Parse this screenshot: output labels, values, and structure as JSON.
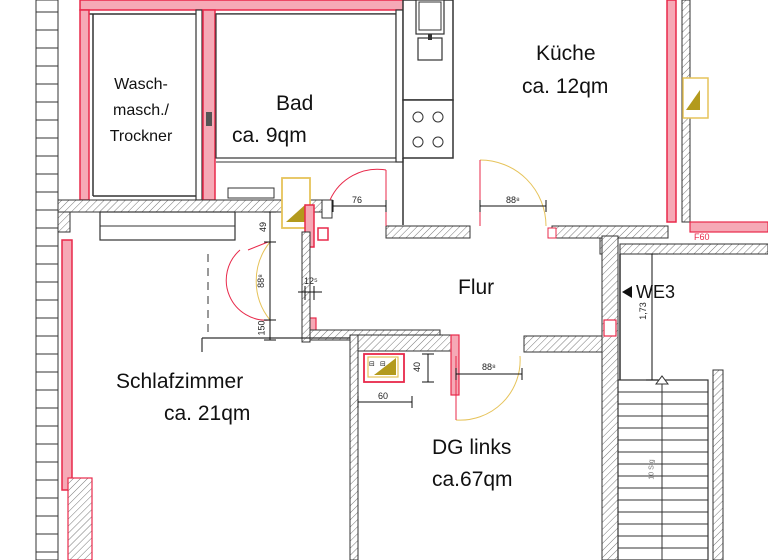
{
  "rooms": {
    "wasch_line1": "Wasch-",
    "wasch_line2": "masch./",
    "wasch_line3": "Trockner",
    "bad_name": "Bad",
    "bad_area": "ca. 9qm",
    "kueche_name": "Küche",
    "kueche_area": "ca. 12qm",
    "flur_name": "Flur",
    "schlaf_name": "Schlafzimmer",
    "schlaf_area": "ca. 21qm",
    "dg_name": "DG links",
    "dg_area": "ca.67qm",
    "we_label": "WE3"
  },
  "dimensions": {
    "d76": "76",
    "d88_top": "88⁸",
    "d88_bottom": "88⁸",
    "d49": "49",
    "d88_left": "88⁸",
    "d12": "12⁵",
    "d150": "150",
    "d60": "60",
    "d40": "40",
    "d173": "1,73",
    "f60": "F60",
    "stair_small": "10 Stg"
  },
  "colors": {
    "wall_red": "#e8294a",
    "wall_pink": "#f6a9b6",
    "hatch_gray": "#777777",
    "door_yellow": "#e6c35a",
    "fixture_olive": "#b39a1d"
  }
}
